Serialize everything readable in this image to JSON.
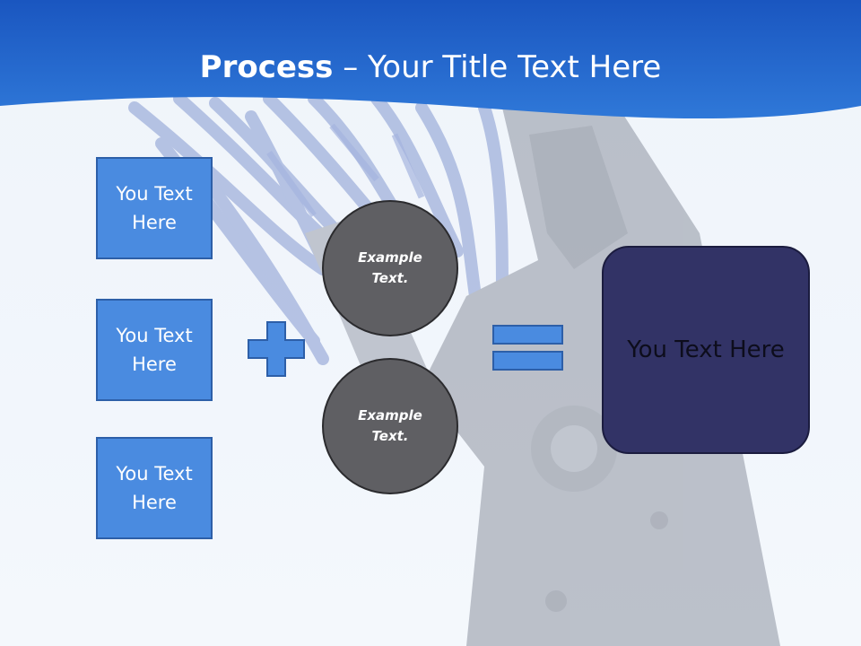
{
  "title": {
    "bold": "Process",
    "dash": " – ",
    "rest": "Your Title Text Here"
  },
  "inputs": [
    {
      "line1": "You Text",
      "line2": "Here"
    },
    {
      "line1": "You Text",
      "line2": "Here"
    },
    {
      "line1": "You Text",
      "line2": "Here"
    }
  ],
  "circles": [
    {
      "line1": "Example",
      "line2": "Text."
    },
    {
      "line1": "Example",
      "line2": "Text."
    }
  ],
  "operators": {
    "plus": "plus-icon",
    "equals": "equals-icon"
  },
  "result": {
    "text": "You Text Here"
  },
  "colors": {
    "header": "#1a5bc4",
    "box_fill": "#4a8be0",
    "circle_fill": "#5f5f63",
    "result_fill": "#323366"
  }
}
